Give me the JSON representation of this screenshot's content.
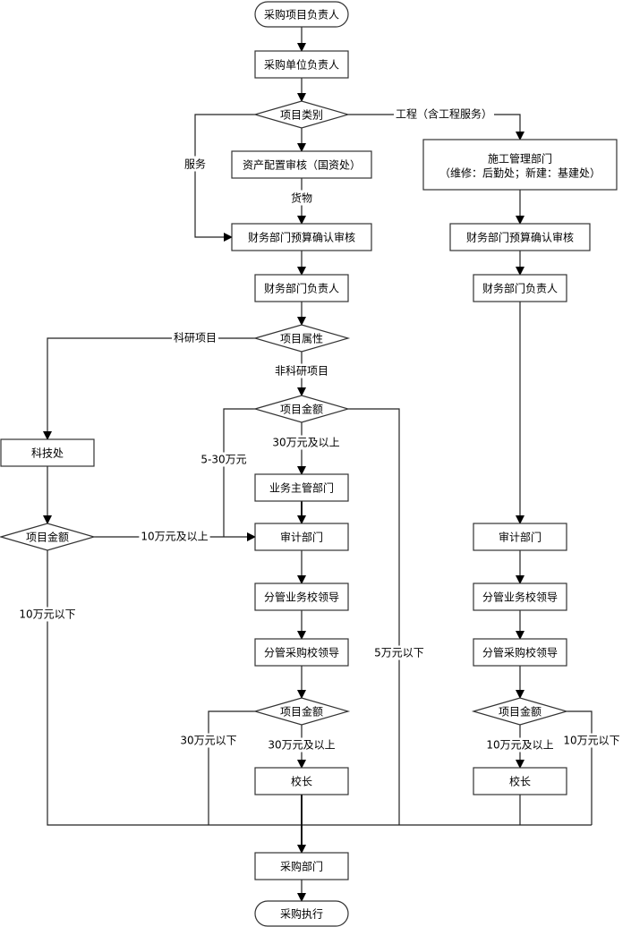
{
  "title": "采购审批流程图",
  "nodes": [
    {
      "id": "start",
      "type": "terminal",
      "label": "采购项目负责人"
    },
    {
      "id": "unit_head",
      "type": "process",
      "label": "采购单位负责人"
    },
    {
      "id": "category",
      "type": "decision",
      "label": "项目类别"
    },
    {
      "id": "asset_review",
      "type": "process",
      "label": "资产配置审核（国资处）"
    },
    {
      "id": "construction_dept",
      "type": "process",
      "label": "施工管理部门",
      "sublabel": "（维修：后勤处；新建：基建处）"
    },
    {
      "id": "finance_budget_l",
      "type": "process",
      "label": "财务部门预算确认审核"
    },
    {
      "id": "finance_budget_r",
      "type": "process",
      "label": "财务部门预算确认审核"
    },
    {
      "id": "finance_head_l",
      "type": "process",
      "label": "财务部门负责人"
    },
    {
      "id": "finance_head_r",
      "type": "process",
      "label": "财务部门负责人"
    },
    {
      "id": "attribute",
      "type": "decision",
      "label": "项目属性"
    },
    {
      "id": "amount_mid",
      "type": "decision",
      "label": "项目金额"
    },
    {
      "id": "sci_office",
      "type": "process",
      "label": "科技处"
    },
    {
      "id": "amount_left",
      "type": "decision",
      "label": "项目金额"
    },
    {
      "id": "business_dept",
      "type": "process",
      "label": "业务主管部门"
    },
    {
      "id": "audit_l",
      "type": "process",
      "label": "审计部门"
    },
    {
      "id": "audit_r",
      "type": "process",
      "label": "审计部门"
    },
    {
      "id": "biz_leader_l",
      "type": "process",
      "label": "分管业务校领导"
    },
    {
      "id": "biz_leader_r",
      "type": "process",
      "label": "分管业务校领导"
    },
    {
      "id": "proc_leader_l",
      "type": "process",
      "label": "分管采购校领导"
    },
    {
      "id": "proc_leader_r",
      "type": "process",
      "label": "分管采购校领导"
    },
    {
      "id": "amount_low_l",
      "type": "decision",
      "label": "项目金额"
    },
    {
      "id": "amount_low_r",
      "type": "decision",
      "label": "项目金额"
    },
    {
      "id": "president_l",
      "type": "process",
      "label": "校长"
    },
    {
      "id": "president_r",
      "type": "process",
      "label": "校长"
    },
    {
      "id": "proc_dept",
      "type": "process",
      "label": "采购部门"
    },
    {
      "id": "end",
      "type": "terminal",
      "label": "采购执行"
    }
  ],
  "edge_labels": {
    "service": "服务",
    "goods": "货物",
    "engineering": "工程（含工程服务）",
    "research": "科研项目",
    "non_research": "非科研项目",
    "mid_30_above": "30万元及以上",
    "mid_5_30": "5-30万元",
    "mid_below_5": "5万元以下",
    "left_10_above": "10万元及以上",
    "left_below_10": "10万元以下",
    "low_l_below_30": "30万元以下",
    "low_l_30_above": "30万元及以上",
    "low_r_10_above": "10万元及以上",
    "low_r_below_10": "10万元以下"
  }
}
